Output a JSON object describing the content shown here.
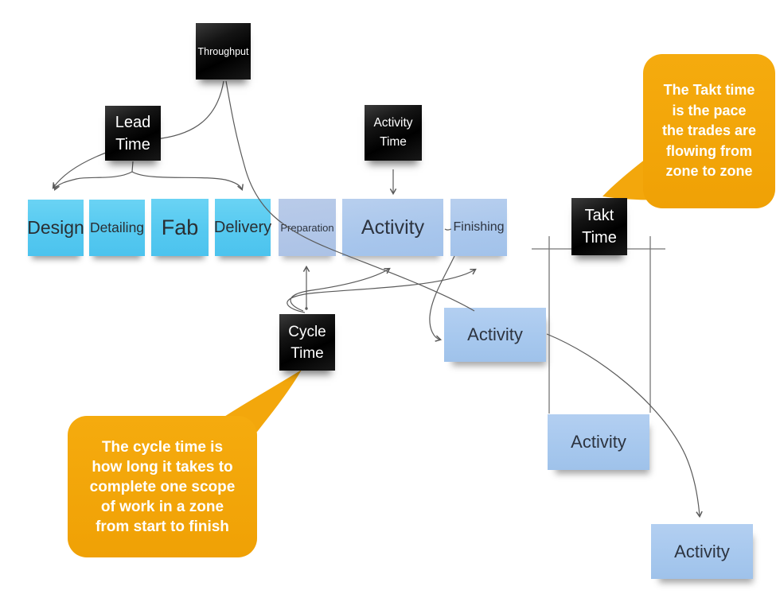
{
  "notes": {
    "throughput": "Throughput",
    "lead_time": "Lead\nTime",
    "activity_time": "Activity\nTime",
    "takt_time": "Takt\nTime",
    "cycle_time": "Cycle\nTime"
  },
  "steps": [
    {
      "label": "Design"
    },
    {
      "label": "Detailing"
    },
    {
      "label": "Fab"
    },
    {
      "label": "Delivery"
    },
    {
      "label": "Preparation"
    },
    {
      "label": "Activity"
    },
    {
      "label": "Finishing"
    }
  ],
  "zones": [
    {
      "label": "Activity"
    },
    {
      "label": "Activity"
    },
    {
      "label": "Activity"
    }
  ],
  "callouts": {
    "takt": "The Takt time\nis the pace\nthe trades are\nflowing from\nzone to zone",
    "cycle": "The cycle time is\nhow long it takes to\ncomplete one scope\nof work in a zone\nfrom start to finish"
  },
  "colors": {
    "sticky_cyan": "#54c8ef",
    "sticky_periwinkle": "#a8c6ec",
    "card_blue": "#a7c8ee",
    "sticky_black": "#0a0a0a",
    "callout_amber": "#f3a70c",
    "connector_gray": "#5a5a5a",
    "grid_gray": "#767676",
    "text_dark": "#2d3440",
    "text_light": "#ffffff"
  }
}
